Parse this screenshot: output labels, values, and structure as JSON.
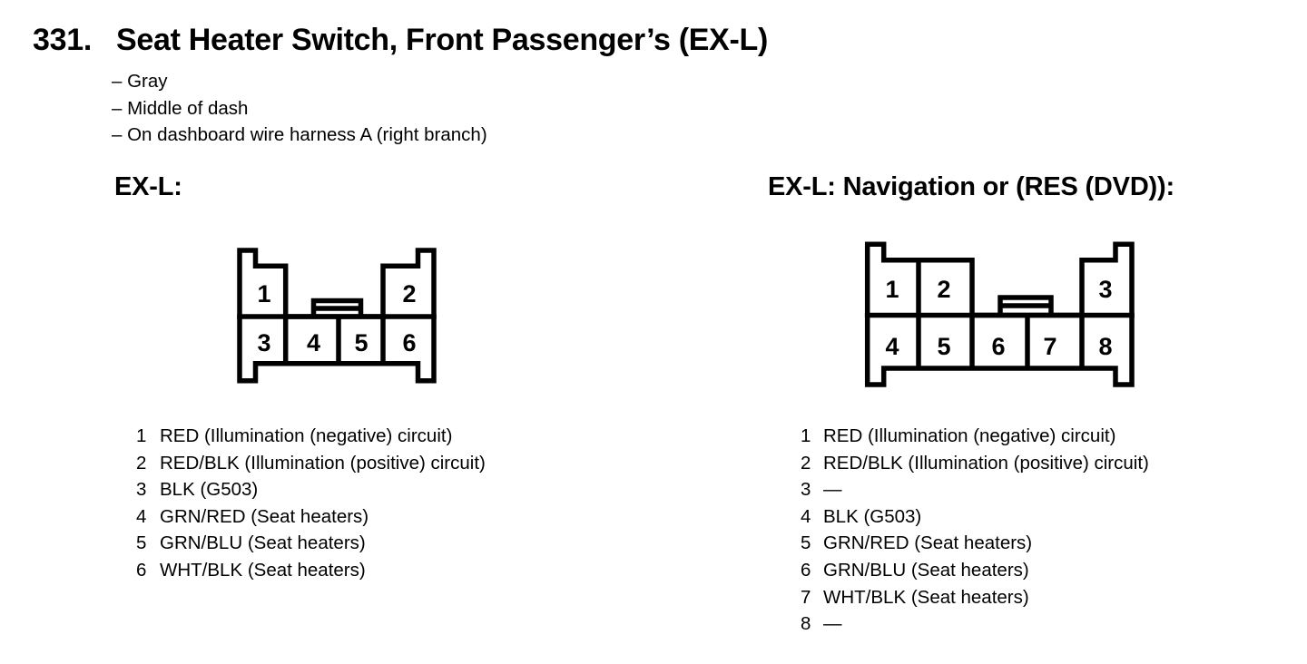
{
  "ink_color": "#000000",
  "paper_color": "#ffffff",
  "figure": {
    "number": "331.",
    "title": "Seat Heater Switch, Front Passenger’s (EX-L)",
    "attributes": [
      "– Gray",
      "– Middle of dash",
      "– On dashboard wire harness A (right branch)"
    ]
  },
  "connectors": [
    {
      "heading": "EX-L:",
      "cavity_labels": {
        "top": [
          "1",
          "2"
        ],
        "bottom": [
          "3",
          "4",
          "5",
          "6"
        ]
      },
      "pins": [
        {
          "num": "1",
          "desc": "RED (Illumination (negative) circuit)"
        },
        {
          "num": "2",
          "desc": "RED/BLK (Illumination (positive) circuit)"
        },
        {
          "num": "3",
          "desc": "BLK (G503)"
        },
        {
          "num": "4",
          "desc": "GRN/RED (Seat heaters)"
        },
        {
          "num": "5",
          "desc": "GRN/BLU (Seat heaters)"
        },
        {
          "num": "6",
          "desc": "WHT/BLK (Seat heaters)"
        }
      ]
    },
    {
      "heading": "EX-L: Navigation or (RES (DVD)):",
      "cavity_labels": {
        "top": [
          "1",
          "2",
          "3"
        ],
        "bottom": [
          "4",
          "5",
          "6",
          "7",
          "8"
        ]
      },
      "pins": [
        {
          "num": "1",
          "desc": "RED (Illumination (negative) circuit)"
        },
        {
          "num": "2",
          "desc": "RED/BLK (Illumination (positive) circuit)"
        },
        {
          "num": "3",
          "desc": "—"
        },
        {
          "num": "4",
          "desc": "BLK (G503)"
        },
        {
          "num": "5",
          "desc": "GRN/RED (Seat heaters)"
        },
        {
          "num": "6",
          "desc": "GRN/BLU (Seat heaters)"
        },
        {
          "num": "7",
          "desc": "WHT/BLK (Seat heaters)"
        },
        {
          "num": "8",
          "desc": "—"
        }
      ]
    }
  ]
}
